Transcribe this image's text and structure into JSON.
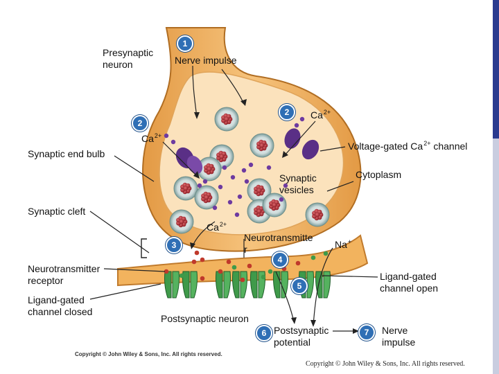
{
  "colors": {
    "neuron_fill": "#f2b35e",
    "neuron_inner": "#fbe2bc",
    "badge": "#2f6fb5",
    "channel_purple": "#5a2f86",
    "receptor_green": "#3f9a4a",
    "vesicle_red": "#b8343a",
    "ion_purple": "#6d3aa0"
  },
  "labels": {
    "presynaptic": "Presynaptic\nneuron",
    "nerve_impulse": "Nerve impulse",
    "ca_ion": "Ca",
    "ca_sup": "2+",
    "voltage_gated_prefix": "Voltage-gated Ca",
    "voltage_gated_suffix": " channel",
    "synaptic_end_bulb": "Synaptic end bulb",
    "cytoplasm": "Cytoplasm",
    "synaptic_vesicles": "Synaptic\nvesicles",
    "synaptic_cleft": "Synaptic cleft",
    "neurotransmitter": "Neurotransmitte\nr",
    "na_ion": "Na",
    "na_sup": "+",
    "nt_receptor": "Neurotransmitter\nreceptor",
    "ligand_closed": "Ligand-gated\nchannel closed",
    "ligand_open": "Ligand-gated\nchannel open",
    "postsynaptic_neuron": "Postsynaptic neuron",
    "postsynaptic_potential": "Postsynaptic\npotential",
    "nerve_impulse_out": "Nerve\nimpulse"
  },
  "badges": [
    "1",
    "2",
    "2",
    "3",
    "4",
    "5",
    "6",
    "7"
  ],
  "copyright_small": "Copyright © John Wiley & Sons, Inc. All rights reserved.",
  "copyright_footer": "Copyright © John Wiley & Sons, Inc. All rights reserved."
}
